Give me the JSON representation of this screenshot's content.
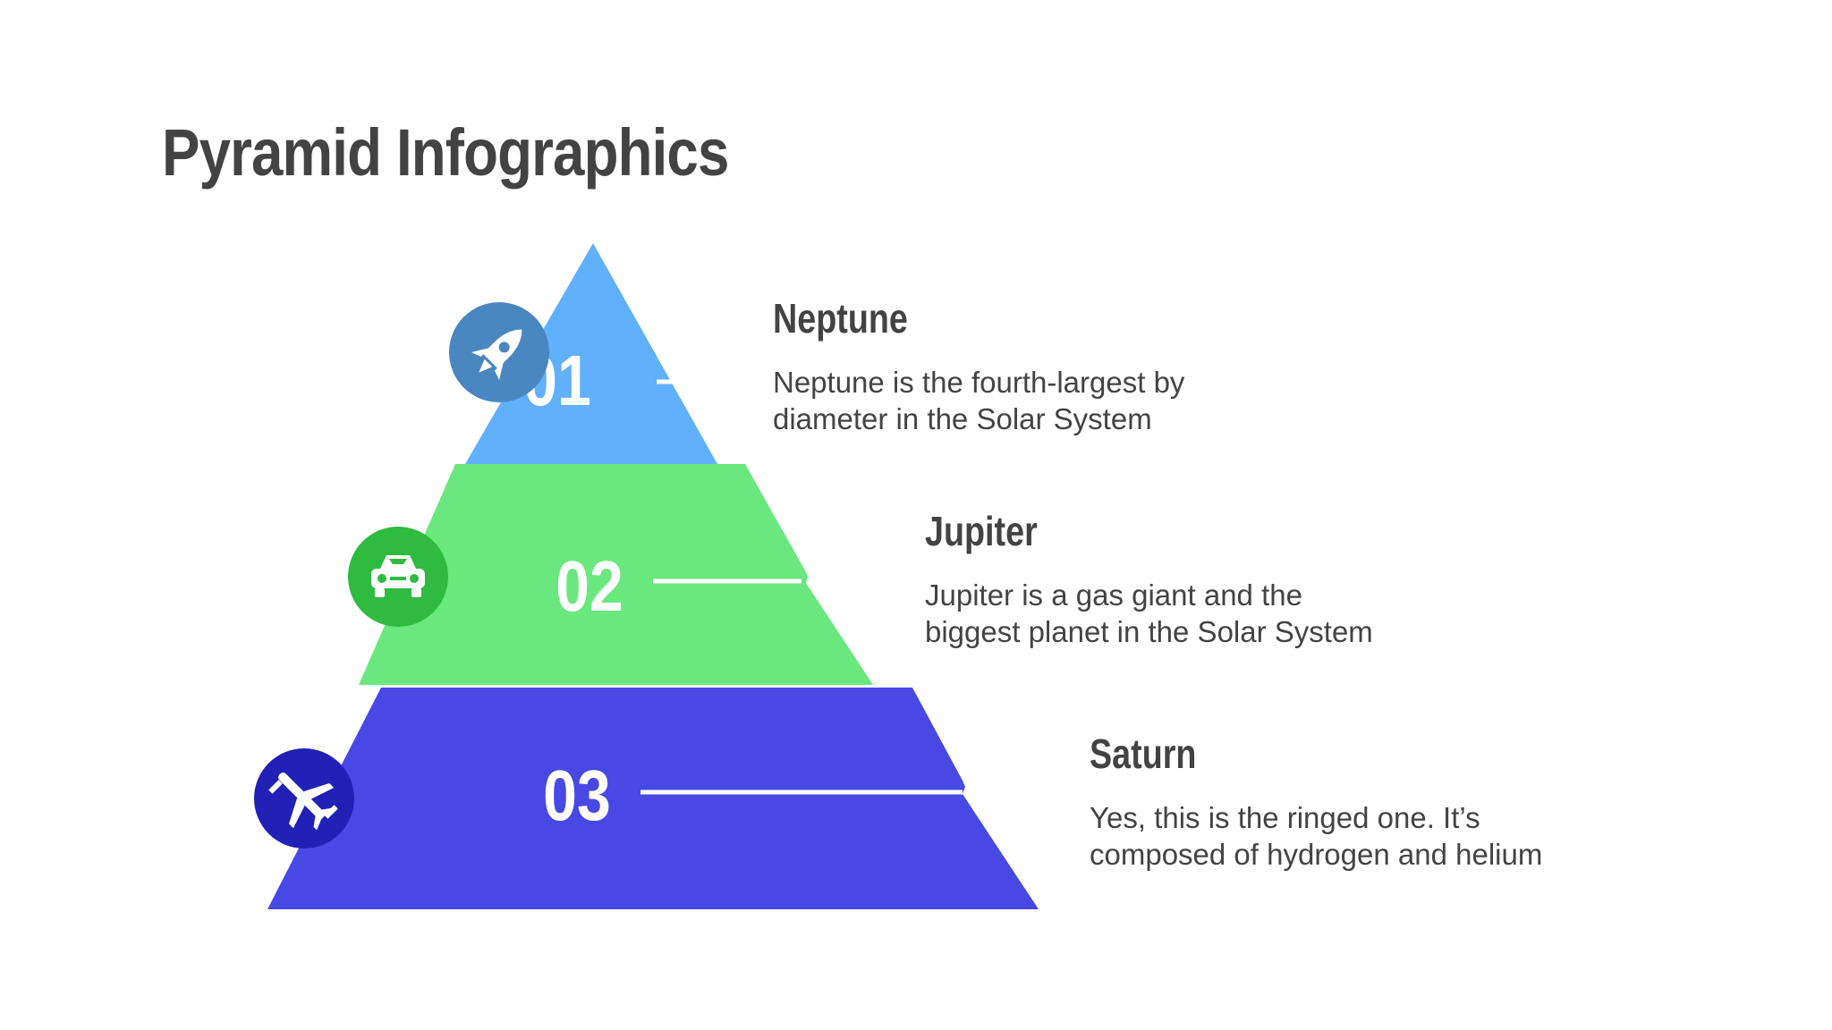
{
  "slide": {
    "title": "Pyramid Infographics"
  },
  "pyramid": {
    "levels": [
      {
        "number": "01",
        "title": "Neptune",
        "text": "Neptune is the fourth-largest by\ndiameter in the Solar System",
        "color": "#60b0fc",
        "icon_color": "#4a86c0",
        "icon": "rocket-icon"
      },
      {
        "number": "02",
        "title": "Jupiter",
        "text": "Jupiter is a gas giant and the\nbiggest planet in the Solar System",
        "color": "#6ae77d",
        "icon_color": "#2fbb40",
        "icon": "car-icon"
      },
      {
        "number": "03",
        "title": "Saturn",
        "text": "Yes, this is the ringed one. It’s\ncomposed of hydrogen and helium",
        "color": "#4848e5",
        "icon_color": "#2121b8",
        "icon": "airplane-icon"
      }
    ]
  }
}
